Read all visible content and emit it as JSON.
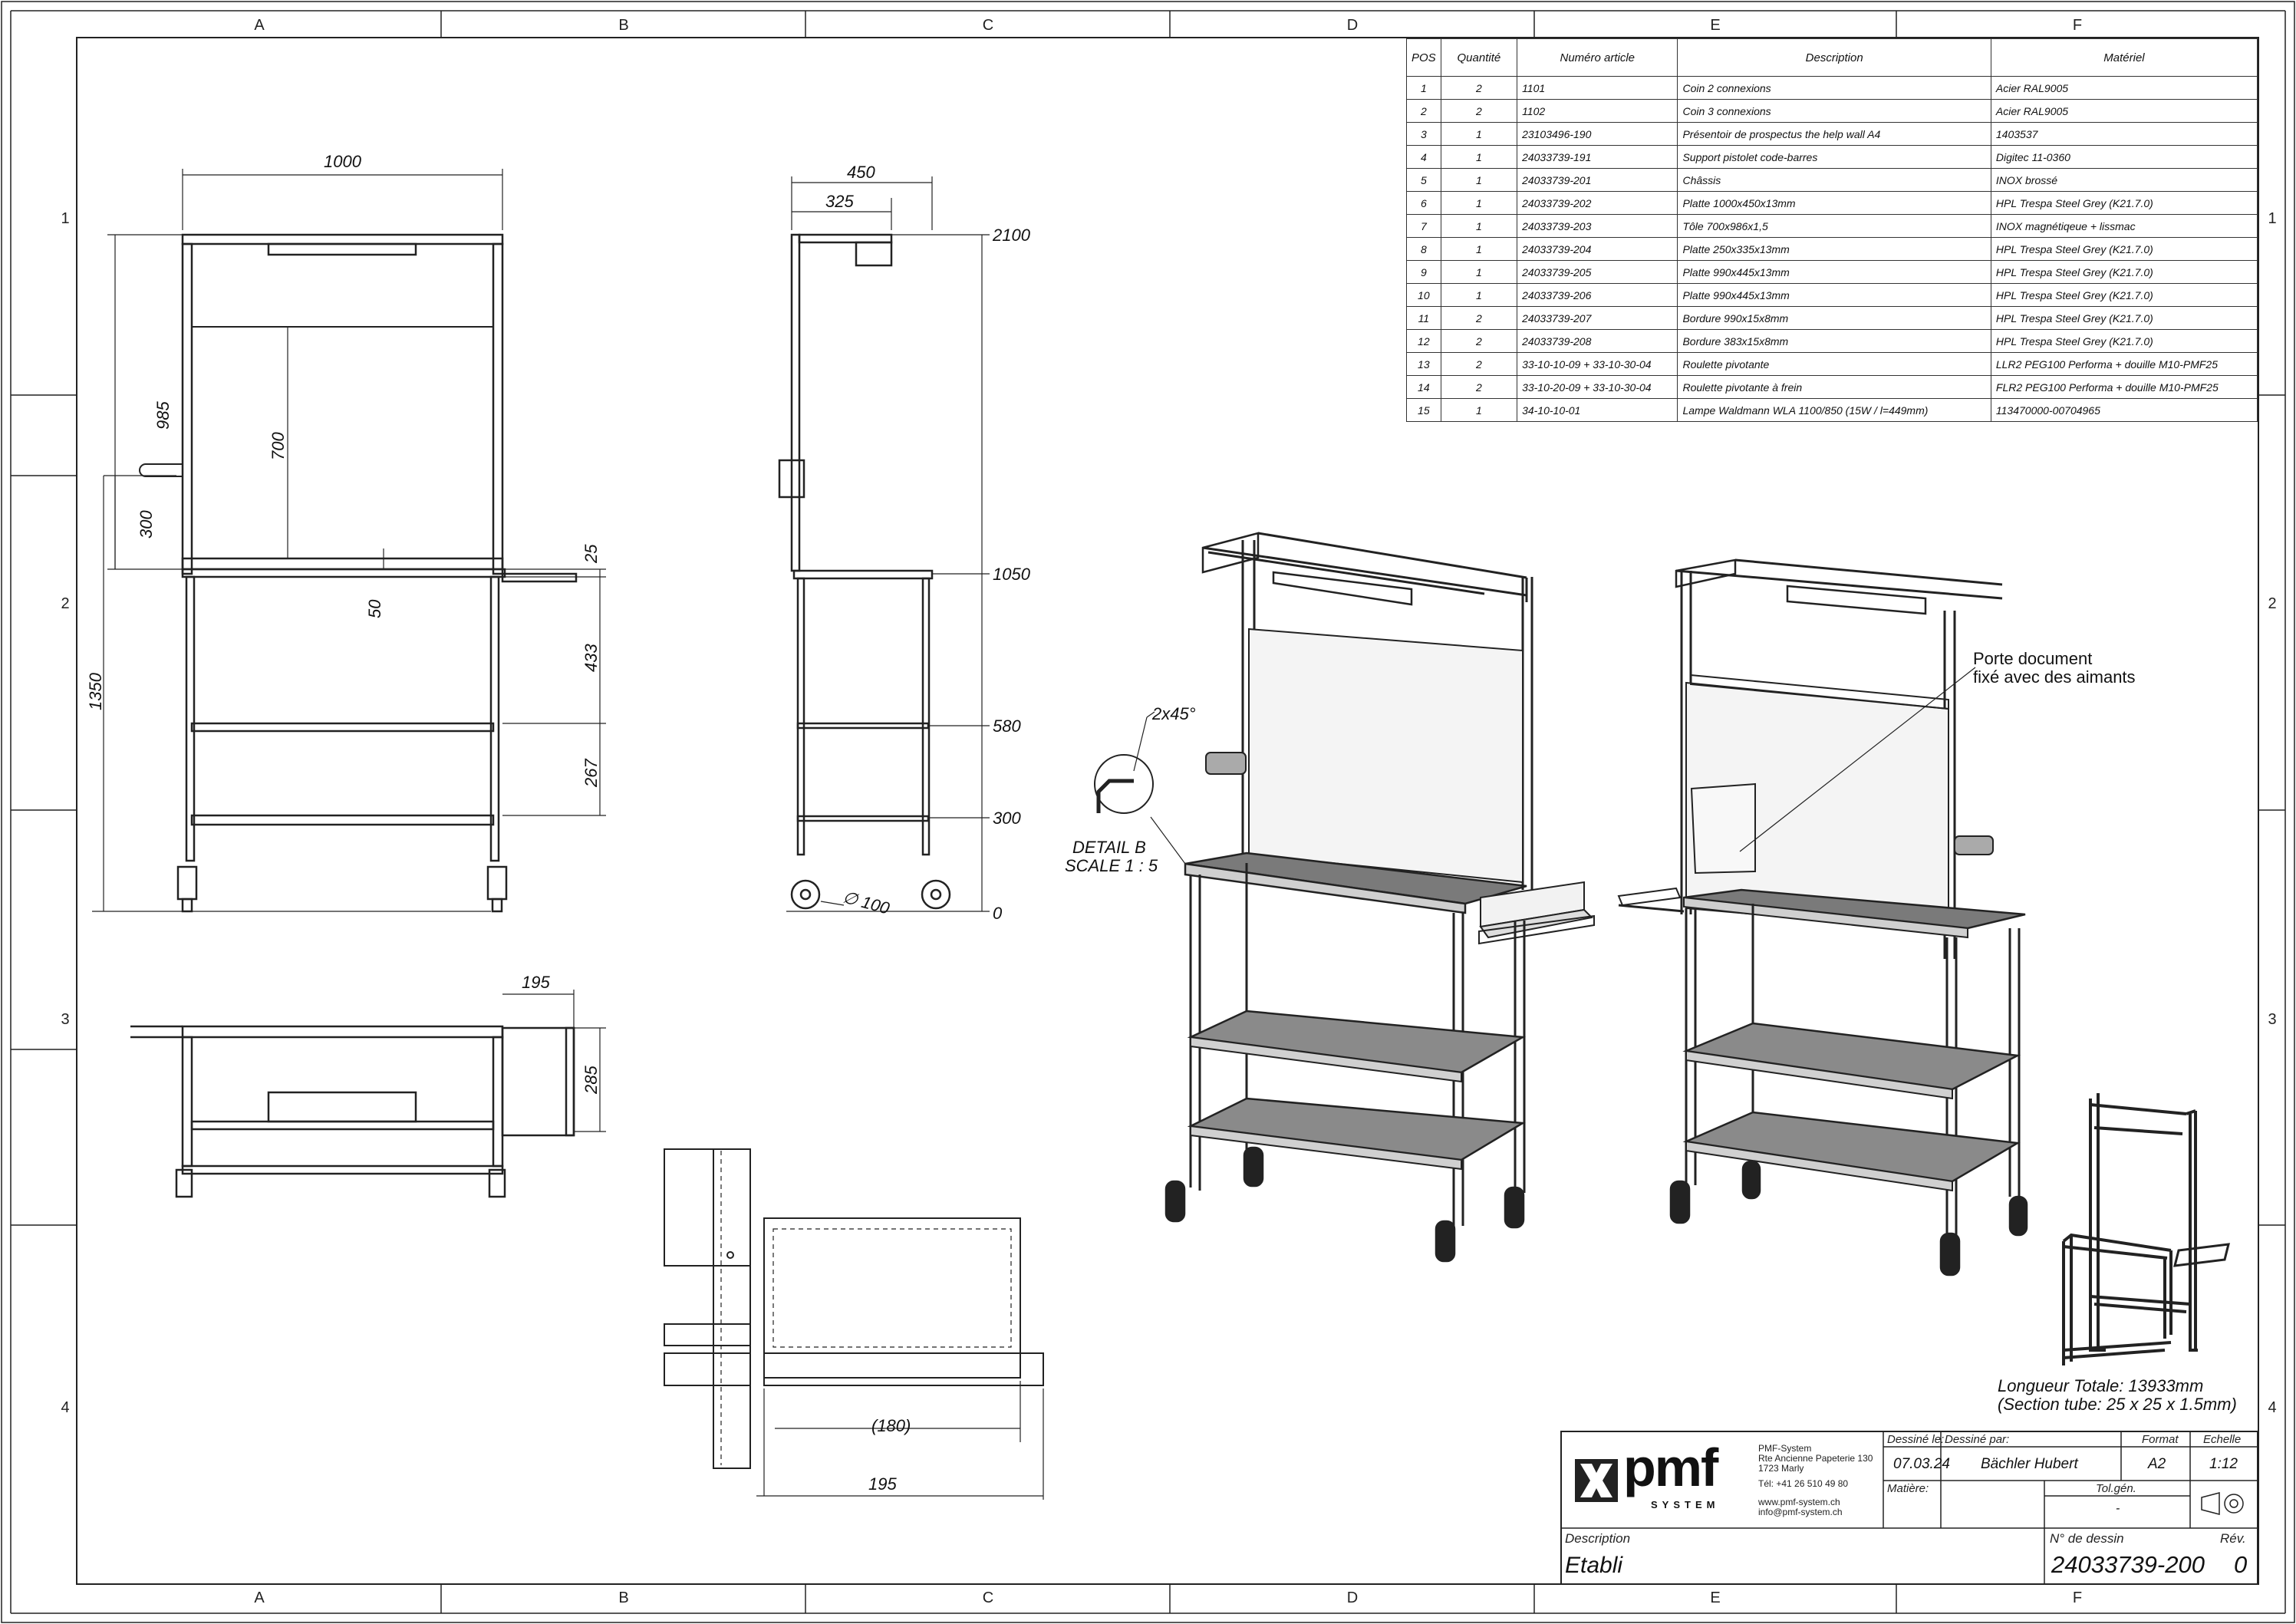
{
  "zones": {
    "columns": [
      "A",
      "B",
      "C",
      "D",
      "E",
      "F"
    ],
    "rows": [
      "1",
      "2",
      "3",
      "4"
    ]
  },
  "bom": {
    "headers": [
      "POS",
      "Quantité",
      "Numéro article",
      "Description",
      "Matériel"
    ],
    "rows": [
      [
        "1",
        "2",
        "1101",
        "Coin 2 connexions",
        "Acier RAL9005"
      ],
      [
        "2",
        "2",
        "1102",
        "Coin 3 connexions",
        "Acier RAL9005"
      ],
      [
        "3",
        "1",
        "23103496-190",
        "Présentoir de prospectus the help wall A4",
        "1403537"
      ],
      [
        "4",
        "1",
        "24033739-191",
        "Support pistolet code-barres",
        "Digitec 11-0360"
      ],
      [
        "5",
        "1",
        "24033739-201",
        "Châssis",
        "INOX brossé"
      ],
      [
        "6",
        "1",
        "24033739-202",
        "Platte 1000x450x13mm",
        "HPL Trespa Steel Grey (K21.7.0)"
      ],
      [
        "7",
        "1",
        "24033739-203",
        "Tôle 700x986x1,5",
        "INOX magnétiqeue + lissmac"
      ],
      [
        "8",
        "1",
        "24033739-204",
        "Platte 250x335x13mm",
        "HPL Trespa Steel Grey (K21.7.0)"
      ],
      [
        "9",
        "1",
        "24033739-205",
        "Platte 990x445x13mm",
        "HPL Trespa Steel Grey (K21.7.0)"
      ],
      [
        "10",
        "1",
        "24033739-206",
        "Platte 990x445x13mm",
        "HPL Trespa Steel Grey (K21.7.0)"
      ],
      [
        "11",
        "2",
        "24033739-207",
        "Bordure 990x15x8mm",
        "HPL Trespa Steel Grey (K21.7.0)"
      ],
      [
        "12",
        "2",
        "24033739-208",
        "Bordure 383x15x8mm",
        "HPL Trespa Steel Grey (K21.7.0)"
      ],
      [
        "13",
        "2",
        "33-10-10-09 + 33-10-30-04",
        "Roulette pivotante",
        "LLR2 PEG100 Performa + douille M10-PMF25"
      ],
      [
        "14",
        "2",
        "33-10-20-09 + 33-10-30-04",
        "Roulette pivotante à frein",
        "FLR2 PEG100 Performa + douille M10-PMF25"
      ],
      [
        "15",
        "1",
        "34-10-10-01",
        "Lampe Waldmann WLA 1100/850 (15W / l=449mm)",
        "113470000-00704965"
      ]
    ]
  },
  "dims": {
    "front_width": "1000",
    "front_985": "985",
    "front_700": "700",
    "front_300": "300",
    "front_1350": "1350",
    "front_25": "25",
    "front_50": "50",
    "front_433": "433",
    "front_267": "267",
    "side_450": "450",
    "side_325": "325",
    "side_2100": "2100",
    "side_1050": "1050",
    "side_580": "580",
    "side_300": "300",
    "side_0": "0",
    "side_wheel": "∅ 100",
    "top_195": "195",
    "top_285": "285",
    "detail_180": "(180)",
    "detail_195": "195"
  },
  "notes": {
    "chamfer": "2x45°",
    "detail_b": "DETAIL B",
    "detail_scale": "SCALE 1 : 5",
    "porte_doc_1": "Porte document",
    "porte_doc_2": "fixé avec des aimants",
    "length_1": "Longueur Totale: 13933mm",
    "length_2": "(Section tube: 25 x 25 x 1.5mm)"
  },
  "title_block": {
    "logo_text": "pmf",
    "logo_sub": "SYSTEM",
    "company": "PMF-System",
    "address_1": "Rte Ancienne Papeterie 130",
    "address_2": "1723 Marly",
    "phone": "Tél:  +41 26 510 49 80",
    "web": "www.pmf-system.ch",
    "email": "info@pmf-system.ch",
    "drawn_on_label": "Dessiné le:",
    "drawn_on": "07.03.24",
    "drawn_by_label": "Dessiné par:",
    "drawn_by": "Bächler Hubert",
    "format_label": "Format",
    "format": "A2",
    "scale_label": "Echelle",
    "scale": "1:12",
    "material_label": "Matière:",
    "tol_label": "Tol.gén.",
    "tol": "-",
    "desc_label": "Description",
    "desc": "Etabli",
    "drawing_no_label": "N° de dessin",
    "drawing_no": "24033739-200",
    "rev_label": "Rév.",
    "rev": "0"
  }
}
